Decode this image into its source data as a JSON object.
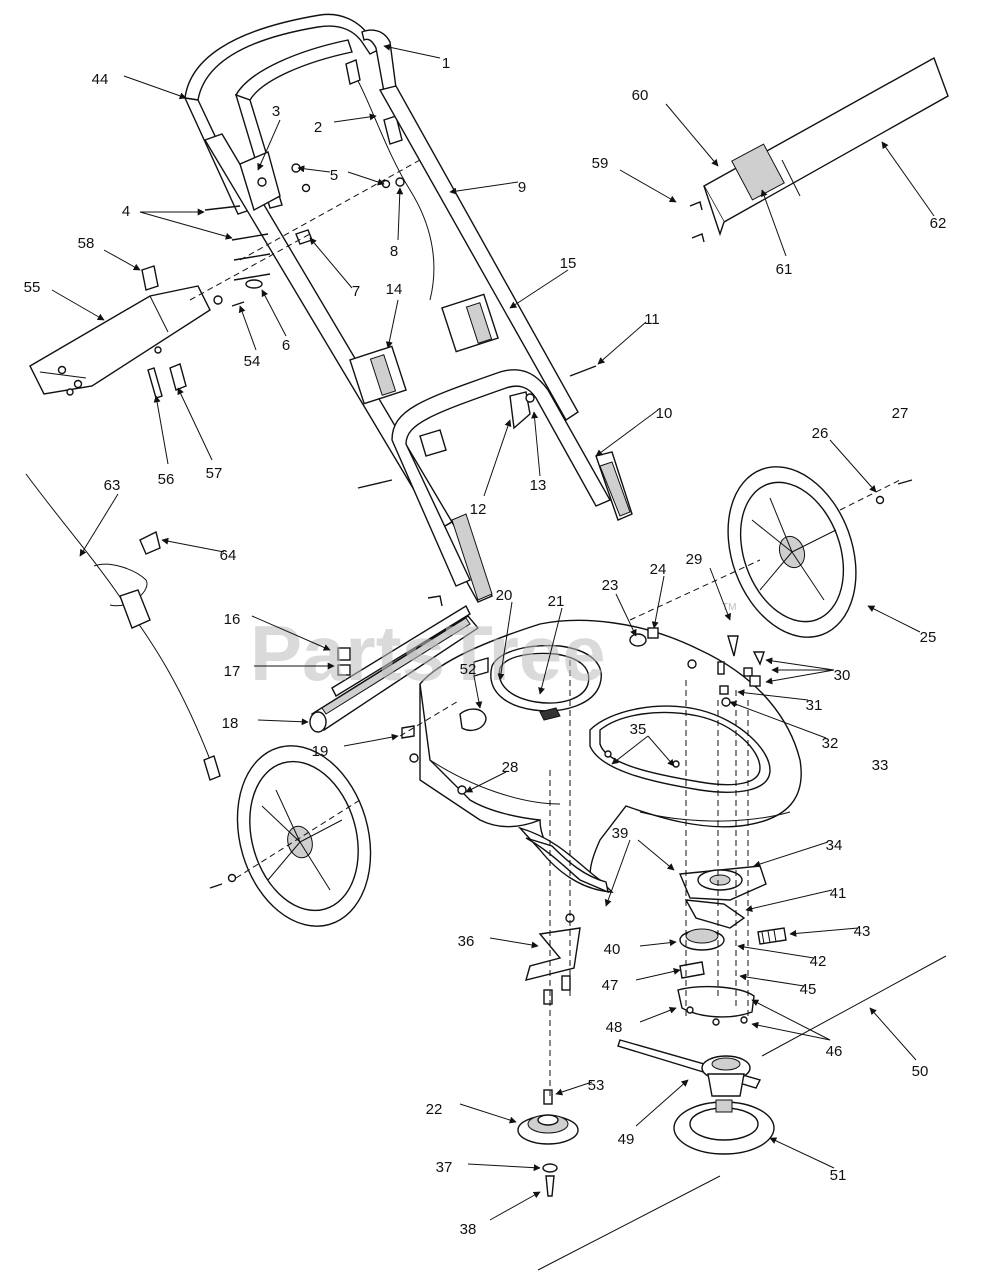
{
  "watermark": {
    "text": "PartsTree",
    "mark": "TM"
  },
  "callouts": [
    "1",
    "2",
    "3",
    "4",
    "5",
    "6",
    "7",
    "8",
    "9",
    "10",
    "11",
    "12",
    "13",
    "14",
    "15",
    "16",
    "17",
    "18",
    "19",
    "20",
    "21",
    "22",
    "23",
    "24",
    "25",
    "26",
    "27",
    "28",
    "29",
    "30",
    "31",
    "32",
    "33",
    "34",
    "35",
    "36",
    "37",
    "38",
    "39",
    "40",
    "41",
    "42",
    "43",
    "44",
    "45",
    "46",
    "47",
    "48",
    "49",
    "50",
    "51",
    "52",
    "53",
    "54",
    "55",
    "56",
    "57",
    "58",
    "59",
    "60",
    "61",
    "62",
    "63",
    "64"
  ]
}
